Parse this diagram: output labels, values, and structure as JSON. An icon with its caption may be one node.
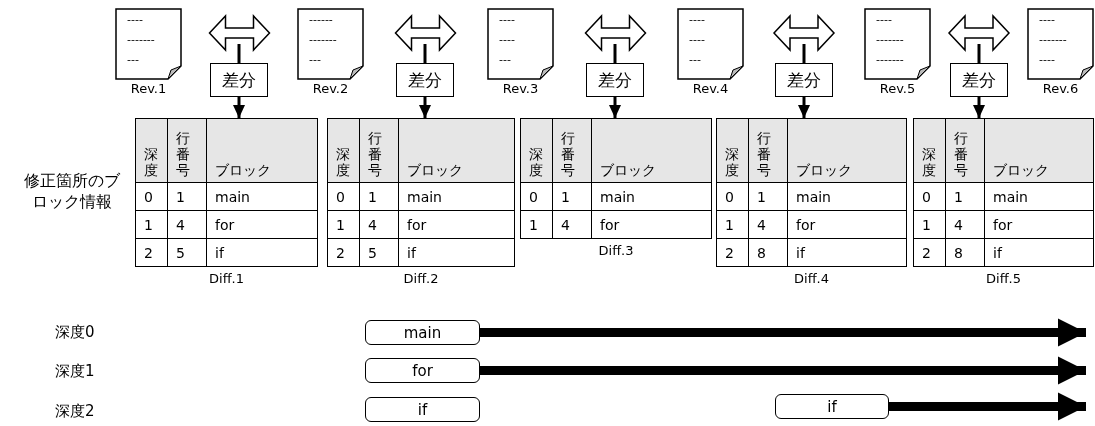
{
  "diagram": {
    "nodes": [
      {
        "text": [
          "----",
          "-------",
          "---"
        ],
        "beside": [
          "Rev.1"
        ]
      },
      {
        "text": [
          "------",
          "-------",
          "---"
        ],
        "beside": [
          "Rev.2"
        ]
      },
      {
        "text": [
          "----",
          "----",
          "---"
        ],
        "beside": [
          "Rev.3"
        ]
      },
      {
        "text": [
          "----",
          "----",
          "---"
        ],
        "beside": [
          "Rev.4"
        ]
      },
      {
        "text": [
          "----",
          "-------",
          "-------"
        ],
        "beside": [
          "Rev.5"
        ]
      },
      {
        "text": [
          "----",
          "-------",
          "----"
        ],
        "beside": [
          "Rev.6"
        ]
      },
      {
        "text": [
          "差分"
        ]
      },
      {
        "text": [
          "差分"
        ]
      },
      {
        "text": [
          "差分"
        ]
      },
      {
        "text": [
          "差分"
        ]
      },
      {
        "text": [
          "差分"
        ]
      },
      {
        "text": [
          "深度",
          "行番号",
          "ブロック",
          "0",
          "1",
          "main",
          "1",
          "4",
          "for",
          "2",
          "5",
          "if"
        ],
        "beside": [
          "Diff.1"
        ]
      },
      {
        "text": [
          "深度",
          "行番号",
          "ブロック",
          "0",
          "1",
          "main",
          "1",
          "4",
          "for",
          "2",
          "5",
          "if"
        ],
        "beside": [
          "Diff.2"
        ]
      },
      {
        "text": [
          "深度",
          "行番号",
          "ブロック",
          "0",
          "1",
          "main",
          "1",
          "4",
          "for"
        ],
        "beside": [
          "Diff.3"
        ]
      },
      {
        "text": [
          "深度",
          "行番号",
          "ブロック",
          "0",
          "1",
          "main",
          "1",
          "4",
          "for",
          "2",
          "8",
          "if"
        ],
        "beside": [
          "Diff.4"
        ]
      },
      {
        "text": [
          "深度",
          "行番号",
          "ブロック",
          "0",
          "1",
          "main",
          "1",
          "4",
          "for",
          "2",
          "8",
          "if"
        ],
        "beside": [
          "Diff.5"
        ]
      },
      {
        "text": [
          "main"
        ]
      },
      {
        "text": [
          "for"
        ]
      },
      {
        "text": [
          "if"
        ]
      },
      {
        "text": [
          "if"
        ]
      }
    ],
    "edges": [
      {
        "from": 0,
        "to": 1,
        "arrow": "both",
        "style": "thick"
      },
      {
        "from": 1,
        "to": 2,
        "arrow": "both",
        "style": "thick"
      },
      {
        "from": 2,
        "to": 3,
        "arrow": "both",
        "style": "thick"
      },
      {
        "from": 3,
        "to": 4,
        "arrow": "both",
        "style": "thick"
      },
      {
        "from": 4,
        "to": 5,
        "arrow": "both",
        "style": "thick"
      },
      {
        "from": null,
        "to": 6,
        "arrow": "none"
      },
      {
        "from": null,
        "to": 7,
        "arrow": "none"
      },
      {
        "from": null,
        "to": 8,
        "arrow": "none"
      },
      {
        "from": null,
        "to": 9,
        "arrow": "none"
      },
      {
        "from": null,
        "to": 10,
        "arrow": "none"
      },
      {
        "from": 6,
        "to": 11,
        "arrow": "to"
      },
      {
        "from": 7,
        "to": 12,
        "arrow": "to"
      },
      {
        "from": 8,
        "to": 13,
        "arrow": "to"
      },
      {
        "from": 9,
        "to": 14,
        "arrow": "to"
      },
      {
        "from": 10,
        "to": 15,
        "arrow": "to"
      },
      {
        "from": 16,
        "to": null,
        "arrow": "to",
        "style": "thick"
      },
      {
        "from": 17,
        "to": null,
        "arrow": "to",
        "style": "thick"
      },
      {
        "from": 19,
        "to": null,
        "arrow": "to",
        "style": "thick"
      }
    ],
    "labels": [
      "修正箇所のブロック情報",
      "深度0",
      "深度1",
      "深度2"
    ]
  }
}
